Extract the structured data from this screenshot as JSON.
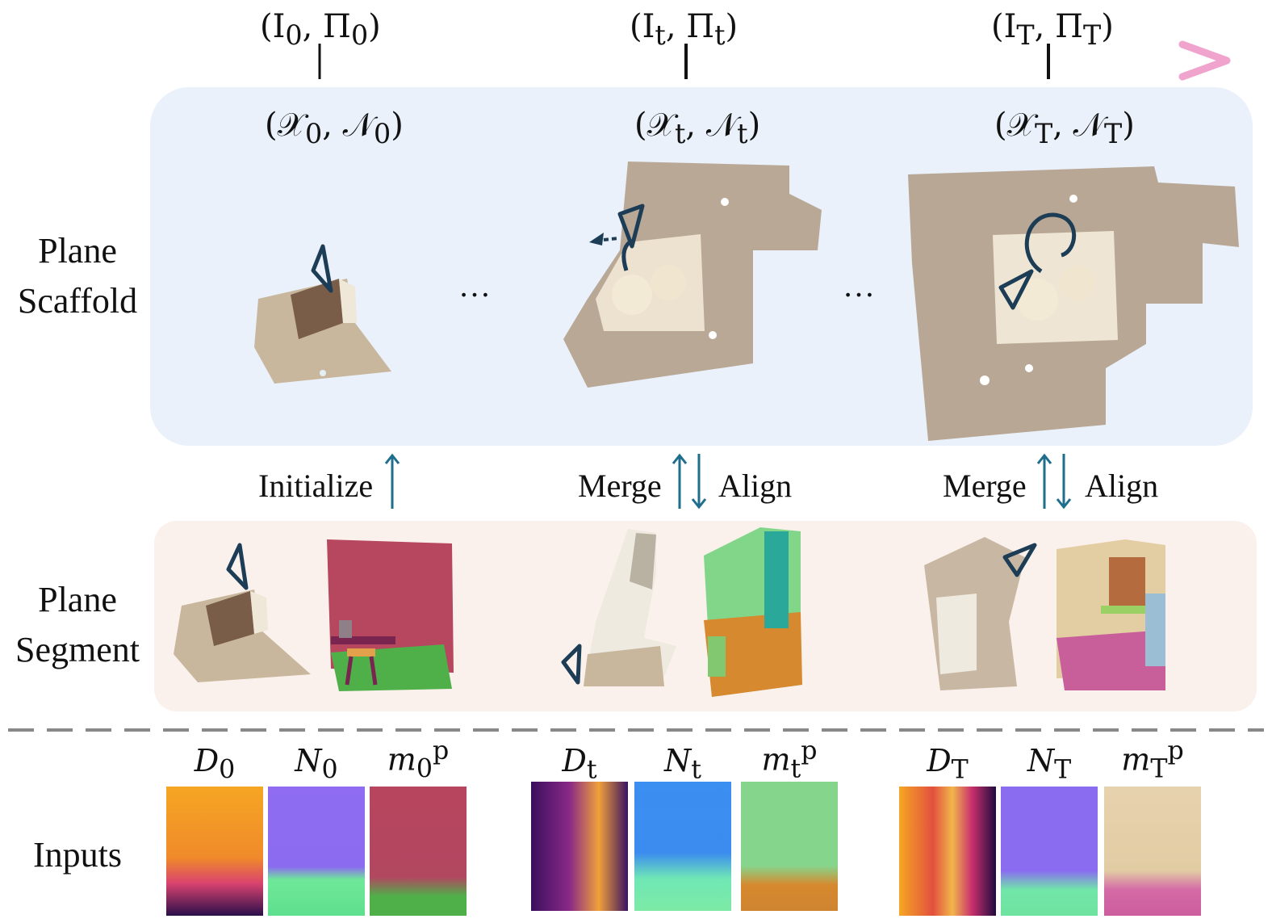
{
  "timeline": {
    "frames": [
      {
        "base": "(I",
        "sub": "0",
        "sep": ", Π",
        "sub2": "0",
        "end": ")"
      },
      {
        "base": "(I",
        "sub": "t",
        "sep": ", Π",
        "sub2": "t",
        "end": ")"
      },
      {
        "base": "(I",
        "sub": "T",
        "sep": ", Π",
        "sub2": "T",
        "end": ")"
      }
    ],
    "colors": {
      "start": "#4aa6d6",
      "mid": "#cfe3ef",
      "end": "#f0a3cc"
    }
  },
  "scaffold": {
    "label": "Plane\nScaffold",
    "states": [
      {
        "a": "(𝒳",
        "sub": "0",
        "b": ", 𝒩",
        "sub2": "0",
        "c": ")"
      },
      {
        "a": "(𝒳",
        "sub": "t",
        "b": ", 𝒩",
        "sub2": "t",
        "c": ")"
      },
      {
        "a": "(𝒳",
        "sub": "T",
        "b": ", 𝒩",
        "sub2": "T",
        "c": ")"
      }
    ],
    "ellipsis": "…",
    "background": "#eaf1fa"
  },
  "operations": {
    "initialize": "Initialize",
    "merge": "Merge",
    "align": "Align",
    "arrow_color": "#1f6e8c"
  },
  "segment": {
    "label": "Plane\nSegment",
    "background": "#fbf1ec"
  },
  "inputs": {
    "label": "Inputs",
    "groups": [
      {
        "d": "D",
        "n": "N",
        "m": "m",
        "sub": "0",
        "sup": "p"
      },
      {
        "d": "D",
        "n": "N",
        "m": "m",
        "sub": "t",
        "sup": "p"
      },
      {
        "d": "D",
        "n": "N",
        "m": "m",
        "sub": "T",
        "sup": "p"
      }
    ]
  }
}
